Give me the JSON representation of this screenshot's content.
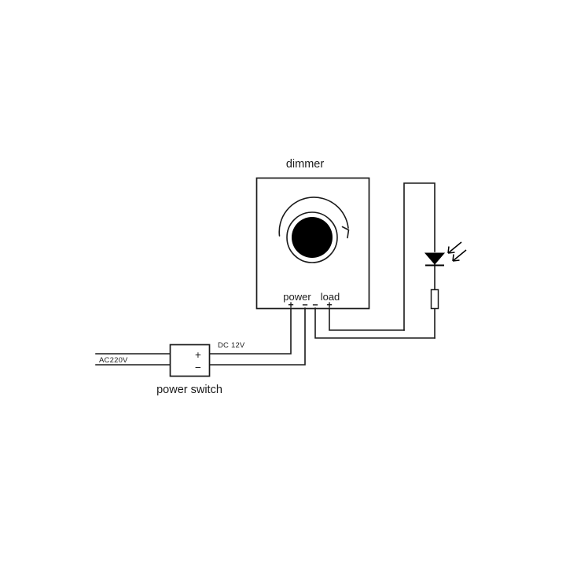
{
  "diagram": {
    "title_component": "dimmer",
    "power_switch_label": "power switch",
    "ac_input_label": "AC220V",
    "dc_output_label": "DC 12V",
    "terminals": {
      "power_group_label": "power",
      "load_group_label": "load",
      "power_plus": "+",
      "power_minus": "−",
      "load_minus": "−",
      "load_plus": "+"
    },
    "switch_terminals": {
      "plus": "+",
      "minus": "−"
    },
    "icons": {
      "knob": "rotary-knob-icon",
      "rotation": "clockwise-arrow-icon",
      "led": "led-diode-icon",
      "light": "light-emission-arrows-icon",
      "resistor": "resistor-icon"
    },
    "colors": {
      "background": "#ffffff",
      "line": "#1a1a1a",
      "fill_black": "#000000"
    }
  }
}
